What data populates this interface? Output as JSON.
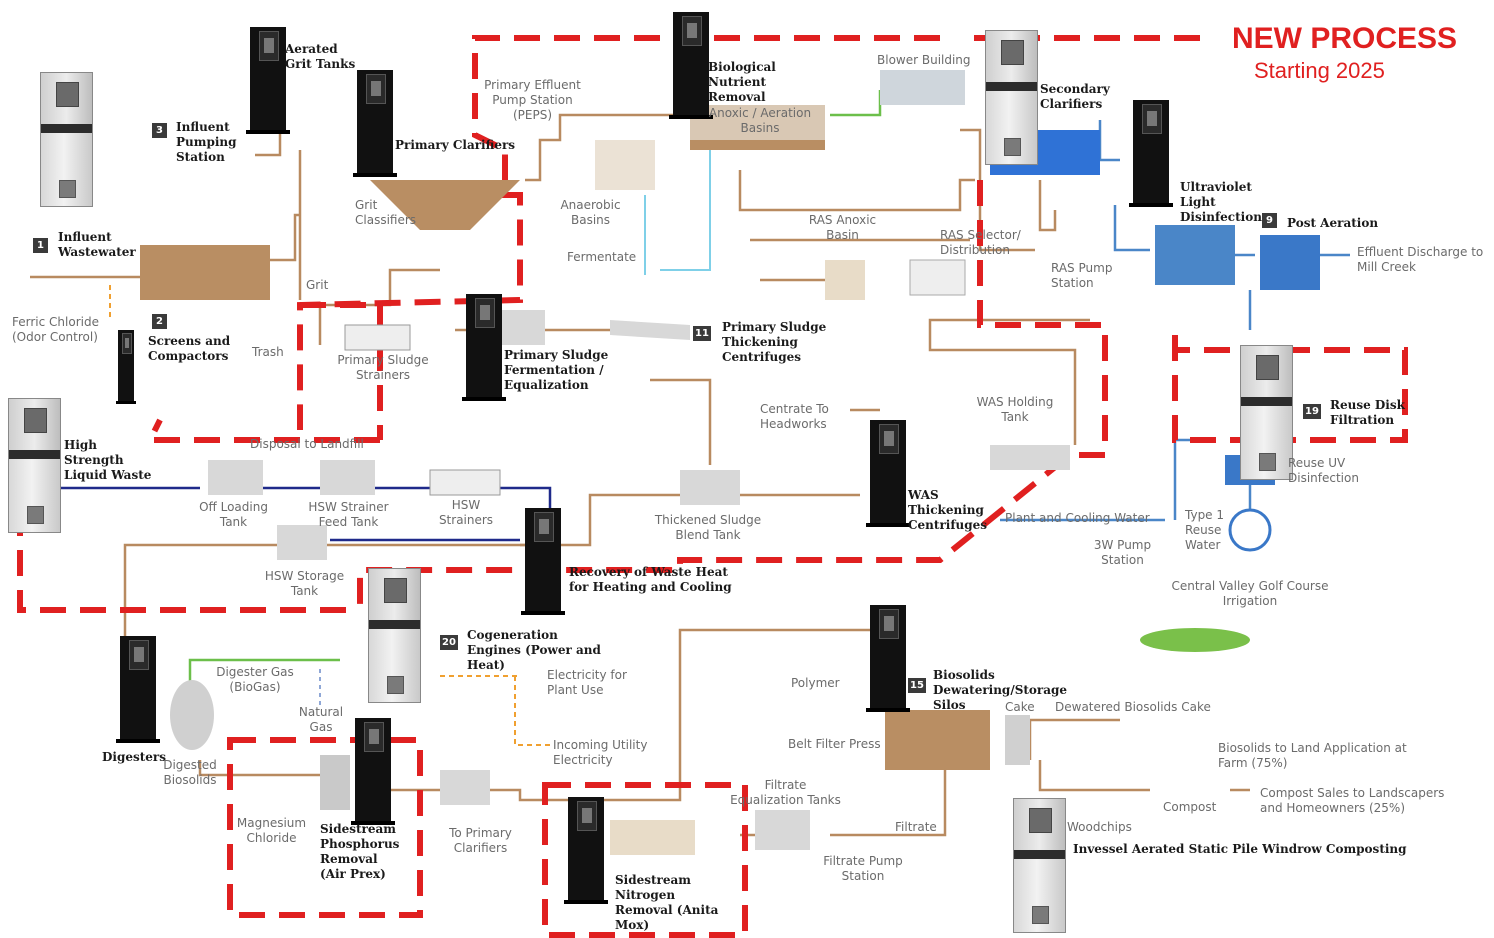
{
  "header": {
    "title": "NEW PROCESS",
    "subtitle": "Starting 2025"
  },
  "colors": {
    "accent_red": "#e02020",
    "flow_brown": "#b88a60",
    "flow_blue": "#4a86c8",
    "flow_navy": "#1f2a8a",
    "flow_green": "#6cbf4a",
    "flow_orange": "#f0a030"
  },
  "labels": {
    "aerated_grit_tanks": "Aerated Grit Tanks",
    "influent_pumping": "Influent Pumping Station",
    "primary_clarifiers": "Primary Clarifiers",
    "grit_classifiers": "Grit Classifiers",
    "grit": "Grit",
    "influent_wastewater": "Influent Wastewater",
    "ferric_chloride": "Ferric Chloride (Odor Control)",
    "screens_compactors": "Screens and Compactors",
    "trash": "Trash",
    "primary_sludge_strainers": "Primary Sludge Strainers",
    "primary_sludge_fermentation": "Primary Sludge Fermentation / Equalization",
    "disposal_landfill": "Disposal to Landfill",
    "high_strength_liquid_waste": "High Strength Liquid Waste",
    "offloading_tank": "Off Loading Tank",
    "hsw_strainer_feed_tank": "HSW Strainer Feed Tank",
    "hsw_strainers": "HSW Strainers",
    "hsw_storage_tank": "HSW Storage Tank",
    "peps": "Primary Effluent Pump Station (PEPS)",
    "biological_nutrient_removal": "Biological Nutrient Removal",
    "anoxic_aeration_basins": "Anoxic / Aeration Basins",
    "anaerobic_basins": "Anaerobic Basins",
    "fermentate": "Fermentate",
    "blower_building": "Blower Building",
    "secondary_clarifiers": "Secondary Clarifiers",
    "ras_anoxic_basin": "RAS Anoxic Basin",
    "ras_selector": "RAS Selector/ Distribution",
    "ras_pump_station": "RAS Pump Station",
    "uv_disinfection": "Ultraviolet Light Disinfection",
    "post_aeration": "Post Aeration",
    "effluent_discharge": "Effluent Discharge to Mill Creek",
    "ps_thickening_centrifuges": "Primary Sludge Thickening Centrifuges",
    "centrate": "Centrate To Headworks",
    "was_holding_tank": "WAS Holding Tank",
    "was_thickening_centrifuges": "WAS Thickening Centrifuges",
    "thickened_sludge_blend_tank": "Thickened Sludge Blend Tank",
    "reuse_disk_filtration": "Reuse Disk Filtration",
    "reuse_uv": "Reuse UV Disinfection",
    "type1_reuse_water": "Type 1 Reuse Water",
    "plant_cooling_water": "Plant and Cooling Water",
    "pump_station_3w": "3W Pump Station",
    "golf_course": "Central Valley Golf Course Irrigation",
    "recovery_waste_heat": "Recovery of Waste Heat for Heating and Cooling",
    "cogeneration": "Cogeneration Engines (Power and Heat)",
    "digester_gas": "Digester Gas (BioGas)",
    "natural_gas": "Natural Gas",
    "electricity_plant": "Electricity for Plant Use",
    "incoming_utility": "Incoming Utility Electricity",
    "digesters": "Digesters",
    "digested_biosolids": "Digested Biosolids",
    "magnesium_chloride": "Magnesium Chloride",
    "sidestream_phosphorus": "Sidestream Phosphorus Removal (Air Prex)",
    "to_primary_clarifiers": "To Primary Clarifiers",
    "sidestream_nitrogen": "Sidestream Nitrogen Removal (Anita Mox)",
    "filtrate_eq_tanks": "Filtrate Equalization Tanks",
    "filtrate": "Filtrate",
    "filtrate_pump_station": "Filtrate Pump Station",
    "polymer": "Polymer",
    "biosolids_dewatering": "Biosolids Dewatering/Storage Silos",
    "belt_filter_press": "Belt Filter Press",
    "cake": "Cake",
    "dewatered_cake": "Dewatered Biosolids Cake",
    "land_application": "Biosolids to Land Application at Farm (75%)",
    "compost": "Compost",
    "compost_sales": "Compost Sales to Landscapers and Homeowners (25%)",
    "woodchips": "Woodchips",
    "invessel_composting": "Invessel Aerated Static Pile Windrow Composting"
  },
  "step_numbers": {
    "influent": "1",
    "screens": "2",
    "pumping": "3",
    "post_aeration": "9",
    "ps_thickening": "11",
    "biosolids": "15",
    "reuse": "19",
    "cogen": "20"
  }
}
